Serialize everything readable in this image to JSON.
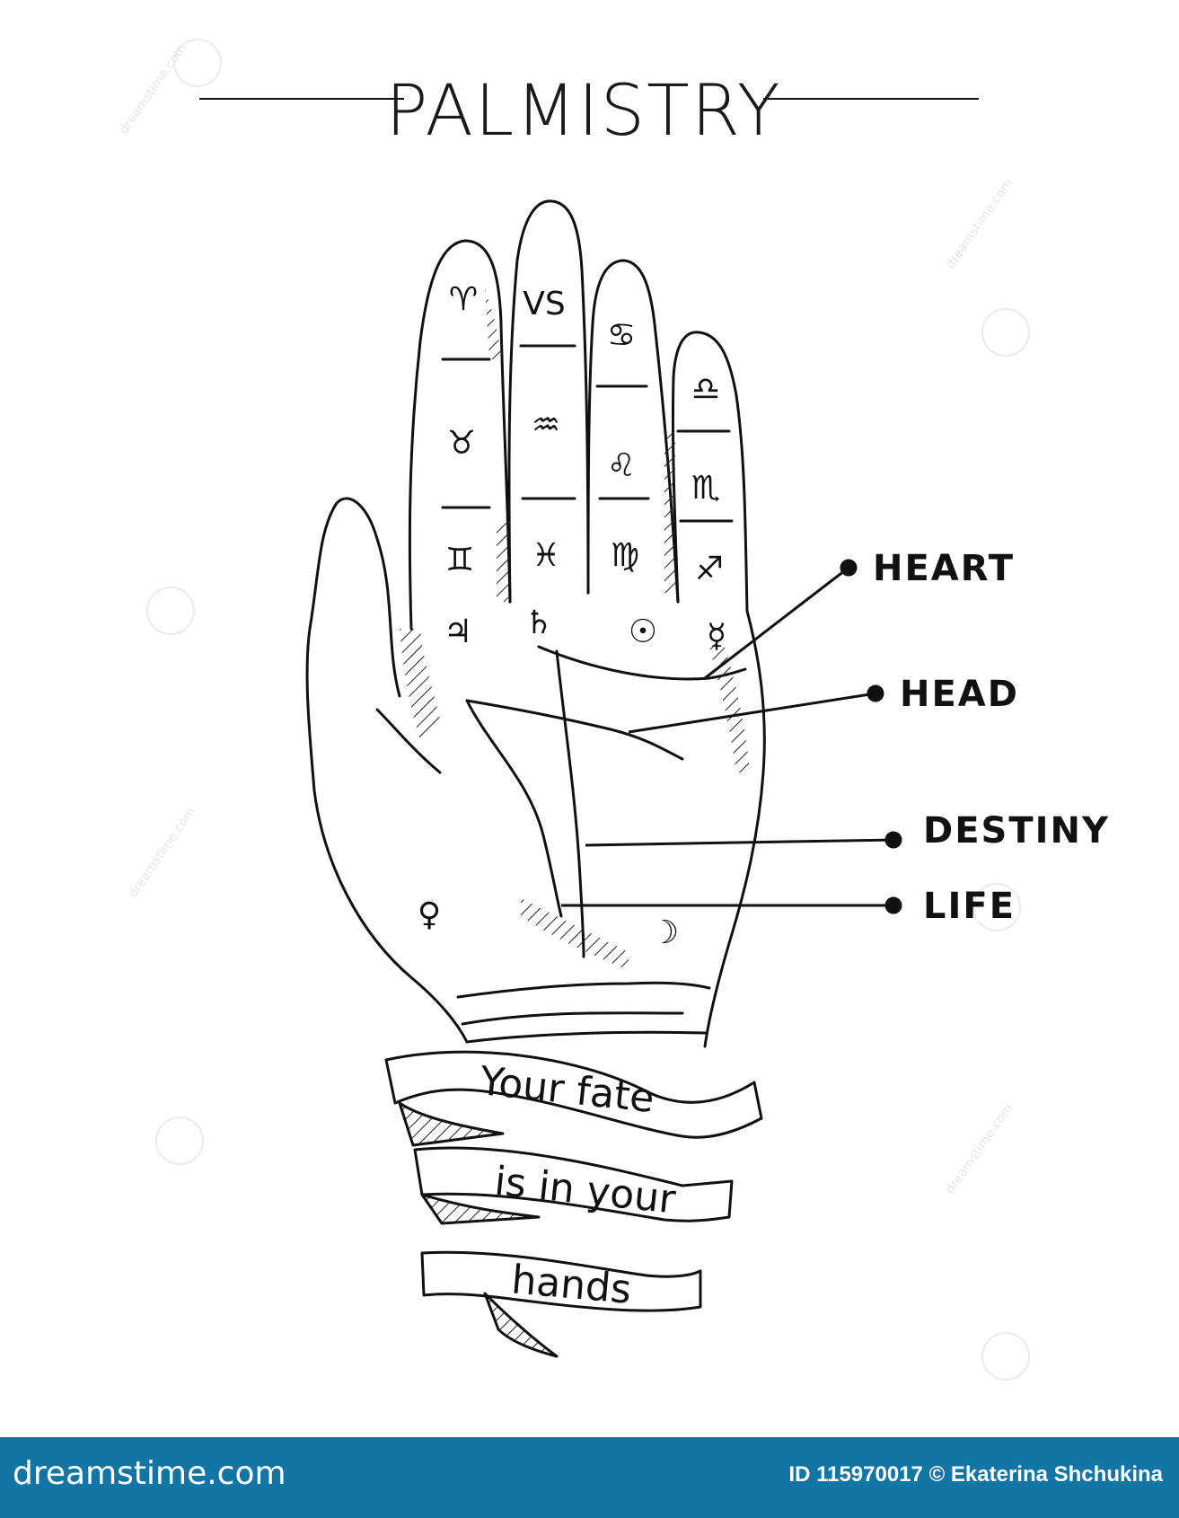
{
  "title": "PALMISTRY",
  "lines": {
    "heart": "HEART",
    "head": "HEAD",
    "destiny": "DESTINY",
    "life": "LIFE"
  },
  "zodiac_symbols": {
    "index_top": "♈",
    "index_mid": "♉",
    "index_bottom": "♊",
    "middle_top": "VS",
    "middle_mid": "♒",
    "middle_bottom": "♓",
    "ring_top": "♋",
    "ring_mid": "♌",
    "ring_bottom": "♍",
    "little_top": "♎",
    "little_mid": "♏",
    "little_bottom": "♐"
  },
  "planet_symbols": {
    "jupiter": "♃",
    "saturn": "♄",
    "sun": "☉",
    "mercury": "☿",
    "venus": "♀",
    "moon": "☽"
  },
  "ribbon": {
    "line1": "Your fate",
    "line2": "is in your",
    "line3": "hands"
  },
  "watermark": "dreamstime.com",
  "footer": {
    "brand": "dreamstime.com",
    "credit": "ID 115970017 © Ekaterina Shchukina"
  },
  "colors": {
    "ink": "#111111",
    "footer_bg": "#1176a6",
    "footer_text": "#ffffff"
  }
}
